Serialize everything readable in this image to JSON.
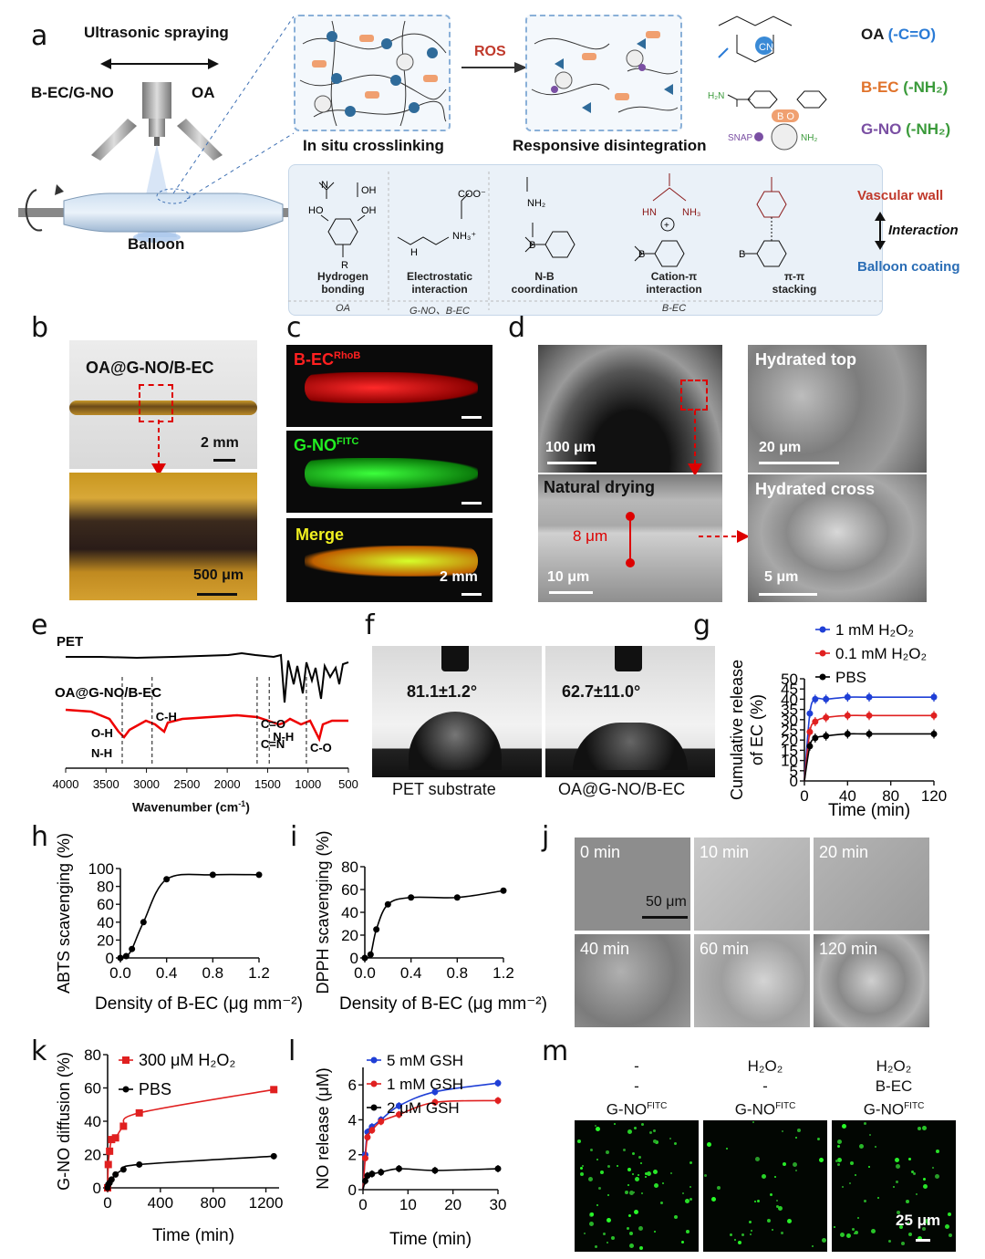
{
  "panel_letters": [
    "a",
    "b",
    "c",
    "d",
    "e",
    "f",
    "g",
    "h",
    "i",
    "j",
    "k",
    "l",
    "m"
  ],
  "a": {
    "ultrasonic": "Ultrasonic spraying",
    "left_label": "B-EC/G-NO",
    "right_label": "OA",
    "balloon": "Balloon",
    "ros": "ROS",
    "crosslink": "In situ crosslinking",
    "disintegration": "Responsive disintegration",
    "legend": [
      {
        "name": "OA",
        "group": "(-C=O)",
        "color_name": "#1a1a1a",
        "color_group": "#2a7bd6"
      },
      {
        "name": "B-EC",
        "group": "(-NH₂)",
        "color_name": "#e0732b",
        "color_group": "#3a9a3a"
      },
      {
        "name": "G-NO",
        "group": "(-NH₂)",
        "color_name": "#7a4fa3",
        "color_group": "#3a9a3a"
      }
    ],
    "snap": "SNAP",
    "nh2": "NH₂",
    "bo": "B O",
    "vascular_wall": "Vascular wall",
    "interaction": "Interaction",
    "balloon_coating": "Balloon coating",
    "interactions": [
      {
        "name": "Hydrogen\nbonding",
        "source": "OA"
      },
      {
        "name": "Electrostatic\ninteraction",
        "source": "G-NO、B-EC"
      },
      {
        "name": "N-B\ncoordination",
        "source": ""
      },
      {
        "name": "Cation-π\ninteraction",
        "source": "B-EC"
      },
      {
        "name": "π-π\nstacking",
        "source": ""
      }
    ]
  },
  "b": {
    "title": "OA@G-NO/B-EC",
    "scale1": "2 mm",
    "scale2": "500 μm"
  },
  "c": {
    "ch1": "B-EC",
    "ch1_sup": "RhoB",
    "ch2": "G-NO",
    "ch2_sup": "FITC",
    "ch3": "Merge",
    "scale": "2 mm"
  },
  "d": {
    "scale_main": "100 μm",
    "natural": "Natural drying",
    "thickness": "8 μm",
    "scale_nat": "10 μm",
    "top": "Hydrated top",
    "scale_top": "20 μm",
    "cross": "Hydrated cross",
    "scale_cross": "5 μm"
  },
  "e": {
    "label_pet": "PET",
    "label_oa": "OA@G-NO/B-EC",
    "peaks": [
      {
        "label": "O-H\nN-H",
        "wn": 3300
      },
      {
        "label": "C-H",
        "wn": 2930
      },
      {
        "label": "C=O\nC=N",
        "wn": 1630
      },
      {
        "label": "N-H",
        "wn": 1480
      },
      {
        "label": "C-O",
        "wn": 1020
      }
    ],
    "xlabel": "Wavenumber (cm",
    "xlabel_sup": "-1",
    "xlabel_end": ")",
    "xticks": [
      4000,
      3500,
      3000,
      2500,
      2000,
      1500,
      1000,
      500
    ]
  },
  "f": {
    "angle1": "81.1±1.2°",
    "angle2": "62.7±11.0°",
    "cap1": "PET substrate",
    "cap2": "OA@G-NO/B-EC"
  },
  "j": {
    "times": [
      "0 min",
      "10 min",
      "20 min",
      "40 min",
      "60 min",
      "120 min"
    ],
    "scale": "50 μm"
  },
  "m": {
    "cols": [
      {
        "r1": "-",
        "r2": "-",
        "r3": "G-NO",
        "sup": "FITC"
      },
      {
        "r1": "H₂O₂",
        "r2": "-",
        "r3": "G-NO",
        "sup": "FITC"
      },
      {
        "r1": "H₂O₂",
        "r2": "B-EC",
        "r3": "G-NO",
        "sup": "FITC"
      }
    ],
    "scale": "25 μm"
  },
  "chart_data": [
    {
      "id": "g",
      "type": "line",
      "ylabel": "Cumulative release of EC (%)",
      "xlabel": "Time (min)",
      "xlim": [
        0,
        120
      ],
      "ylim": [
        0,
        50
      ],
      "xticks": [
        0,
        40,
        80,
        120
      ],
      "yticks": [
        0,
        5,
        10,
        15,
        20,
        25,
        30,
        35,
        40,
        45,
        50
      ],
      "x": [
        0,
        5,
        10,
        20,
        40,
        60,
        120
      ],
      "series": [
        {
          "name": "1 mM H₂O₂",
          "color": "#1f3fd6",
          "values": [
            0,
            33,
            40,
            40,
            41,
            41,
            41
          ]
        },
        {
          "name": "0.1 mM H₂O₂",
          "color": "#e02020",
          "values": [
            0,
            24,
            29,
            31,
            32,
            32,
            32
          ]
        },
        {
          "name": "PBS",
          "color": "#000000",
          "values": [
            0,
            17,
            21,
            22,
            23,
            23,
            23
          ]
        }
      ]
    },
    {
      "id": "h",
      "type": "line",
      "ylabel": "ABTS scavenging (%)",
      "xlabel": "Density of B-EC (μg mm⁻²)",
      "xlim": [
        0,
        1.2
      ],
      "ylim": [
        0,
        100
      ],
      "xticks": [
        0.0,
        0.4,
        0.8,
        1.2
      ],
      "yticks": [
        0,
        20,
        40,
        60,
        80,
        100
      ],
      "x": [
        0.0,
        0.05,
        0.1,
        0.2,
        0.4,
        0.8,
        1.2
      ],
      "series": [
        {
          "name": "",
          "color": "#000000",
          "values": [
            0,
            2,
            10,
            40,
            88,
            93,
            93
          ]
        }
      ]
    },
    {
      "id": "i",
      "type": "line",
      "ylabel": "DPPH scavenging (%)",
      "xlabel": "Density of B-EC (μg mm⁻²)",
      "xlim": [
        0,
        1.2
      ],
      "ylim": [
        0,
        80
      ],
      "xticks": [
        0.0,
        0.4,
        0.8,
        1.2
      ],
      "yticks": [
        0,
        20,
        40,
        60,
        80
      ],
      "x": [
        0.0,
        0.05,
        0.1,
        0.2,
        0.4,
        0.8,
        1.2
      ],
      "series": [
        {
          "name": "",
          "color": "#000000",
          "values": [
            0,
            3,
            25,
            47,
            53,
            53,
            59
          ]
        }
      ]
    },
    {
      "id": "k",
      "type": "line",
      "ylabel": "G-NO diffusion (%)",
      "xlabel": "Time (min)",
      "xlim": [
        0,
        1300
      ],
      "ylim": [
        0,
        80
      ],
      "xticks": [
        0,
        400,
        800,
        1200
      ],
      "yticks": [
        0,
        20,
        40,
        60,
        80
      ],
      "series": [
        {
          "name": "300 μM H₂O₂",
          "color": "#e02020",
          "x": [
            0,
            5,
            15,
            30,
            60,
            120,
            240,
            1260
          ],
          "values": [
            0,
            14,
            22,
            29,
            30,
            37,
            45,
            59
          ]
        },
        {
          "name": "PBS",
          "color": "#000000",
          "x": [
            0,
            5,
            15,
            30,
            60,
            120,
            240,
            1260
          ],
          "values": [
            0,
            2,
            3,
            5,
            8,
            11,
            14,
            19
          ]
        }
      ]
    },
    {
      "id": "l",
      "type": "line",
      "ylabel": "NO release (μM)",
      "xlabel": "Time (min)",
      "xlim": [
        0,
        30
      ],
      "ylim": [
        0,
        7
      ],
      "xticks": [
        0,
        10,
        20,
        30
      ],
      "yticks": [
        0,
        2,
        4,
        6
      ],
      "x": [
        0,
        0.5,
        1,
        2,
        4,
        8,
        16,
        30
      ],
      "series": [
        {
          "name": "5 mM GSH",
          "color": "#1f3fd6",
          "values": [
            0,
            2.0,
            3.3,
            3.6,
            4.0,
            4.8,
            5.6,
            6.1
          ]
        },
        {
          "name": "1 mM GSH",
          "color": "#e02020",
          "values": [
            0,
            1.8,
            3.0,
            3.4,
            3.9,
            4.3,
            5.0,
            5.1
          ]
        },
        {
          "name": "2 μM GSH",
          "color": "#000000",
          "values": [
            0,
            0.5,
            0.8,
            0.9,
            1.0,
            1.2,
            1.1,
            1.2
          ]
        }
      ]
    }
  ]
}
